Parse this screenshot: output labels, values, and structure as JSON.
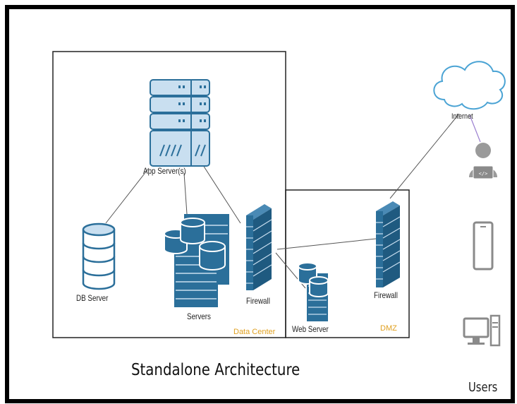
{
  "diagram": {
    "title": "Standalone Architecture",
    "zones": {
      "data_center": "Data Center",
      "dmz": "DMZ"
    },
    "nodes": {
      "app_server": "App Server(s)",
      "db_server": "DB Server",
      "servers": "Servers",
      "firewall_internal": "Firewall",
      "web_server": "Web Server",
      "firewall_dmz": "Firewall",
      "internet": "Internet"
    },
    "users_label": "Users",
    "colors": {
      "device_blue": "#2b6f9a",
      "device_light": "#c9dff0",
      "zone_label": "#e0a020",
      "user_icon_gray": "#9a9a9a",
      "cloud_stroke": "#4aa3d4"
    }
  }
}
